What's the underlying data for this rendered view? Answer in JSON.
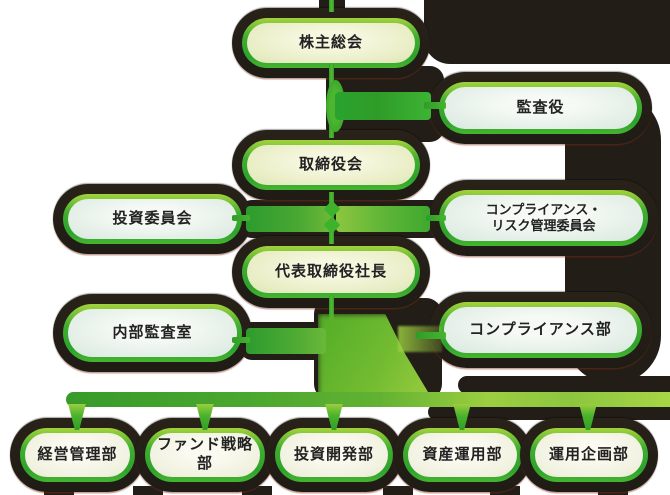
{
  "diagram": {
    "type": "org-chart",
    "nodes": {
      "shareholders": {
        "label": "株主総会"
      },
      "auditor": {
        "label": "監査役"
      },
      "board": {
        "label": "取締役会"
      },
      "investment_committee": {
        "label": "投資委員会"
      },
      "compliance_risk_committee": {
        "label_line1": "コンプライアンス・",
        "label_line2": "リスク管理委員会"
      },
      "president": {
        "label": "代表取締役社長"
      },
      "internal_audit_office": {
        "label": "内部監査室"
      },
      "compliance_department": {
        "label": "コンプライアンス部"
      },
      "dept_management": {
        "label": "経営管理部"
      },
      "dept_fund_strategy": {
        "label": "ファンド戦略部"
      },
      "dept_investment_dev": {
        "label": "投資開発部"
      },
      "dept_asset_mgmt": {
        "label": "資産運用部"
      },
      "dept_planning": {
        "label": "運用企画部"
      }
    },
    "colors": {
      "tube_dark": "#221d17",
      "ring_green": "#2fa52d",
      "lime": "#8cc63f",
      "fill_warm": "#e9eec6",
      "fill_cool": "#e4efe8",
      "fill_cream": "#f1f2e1",
      "text": "#222222",
      "background": "#ffffff"
    }
  }
}
